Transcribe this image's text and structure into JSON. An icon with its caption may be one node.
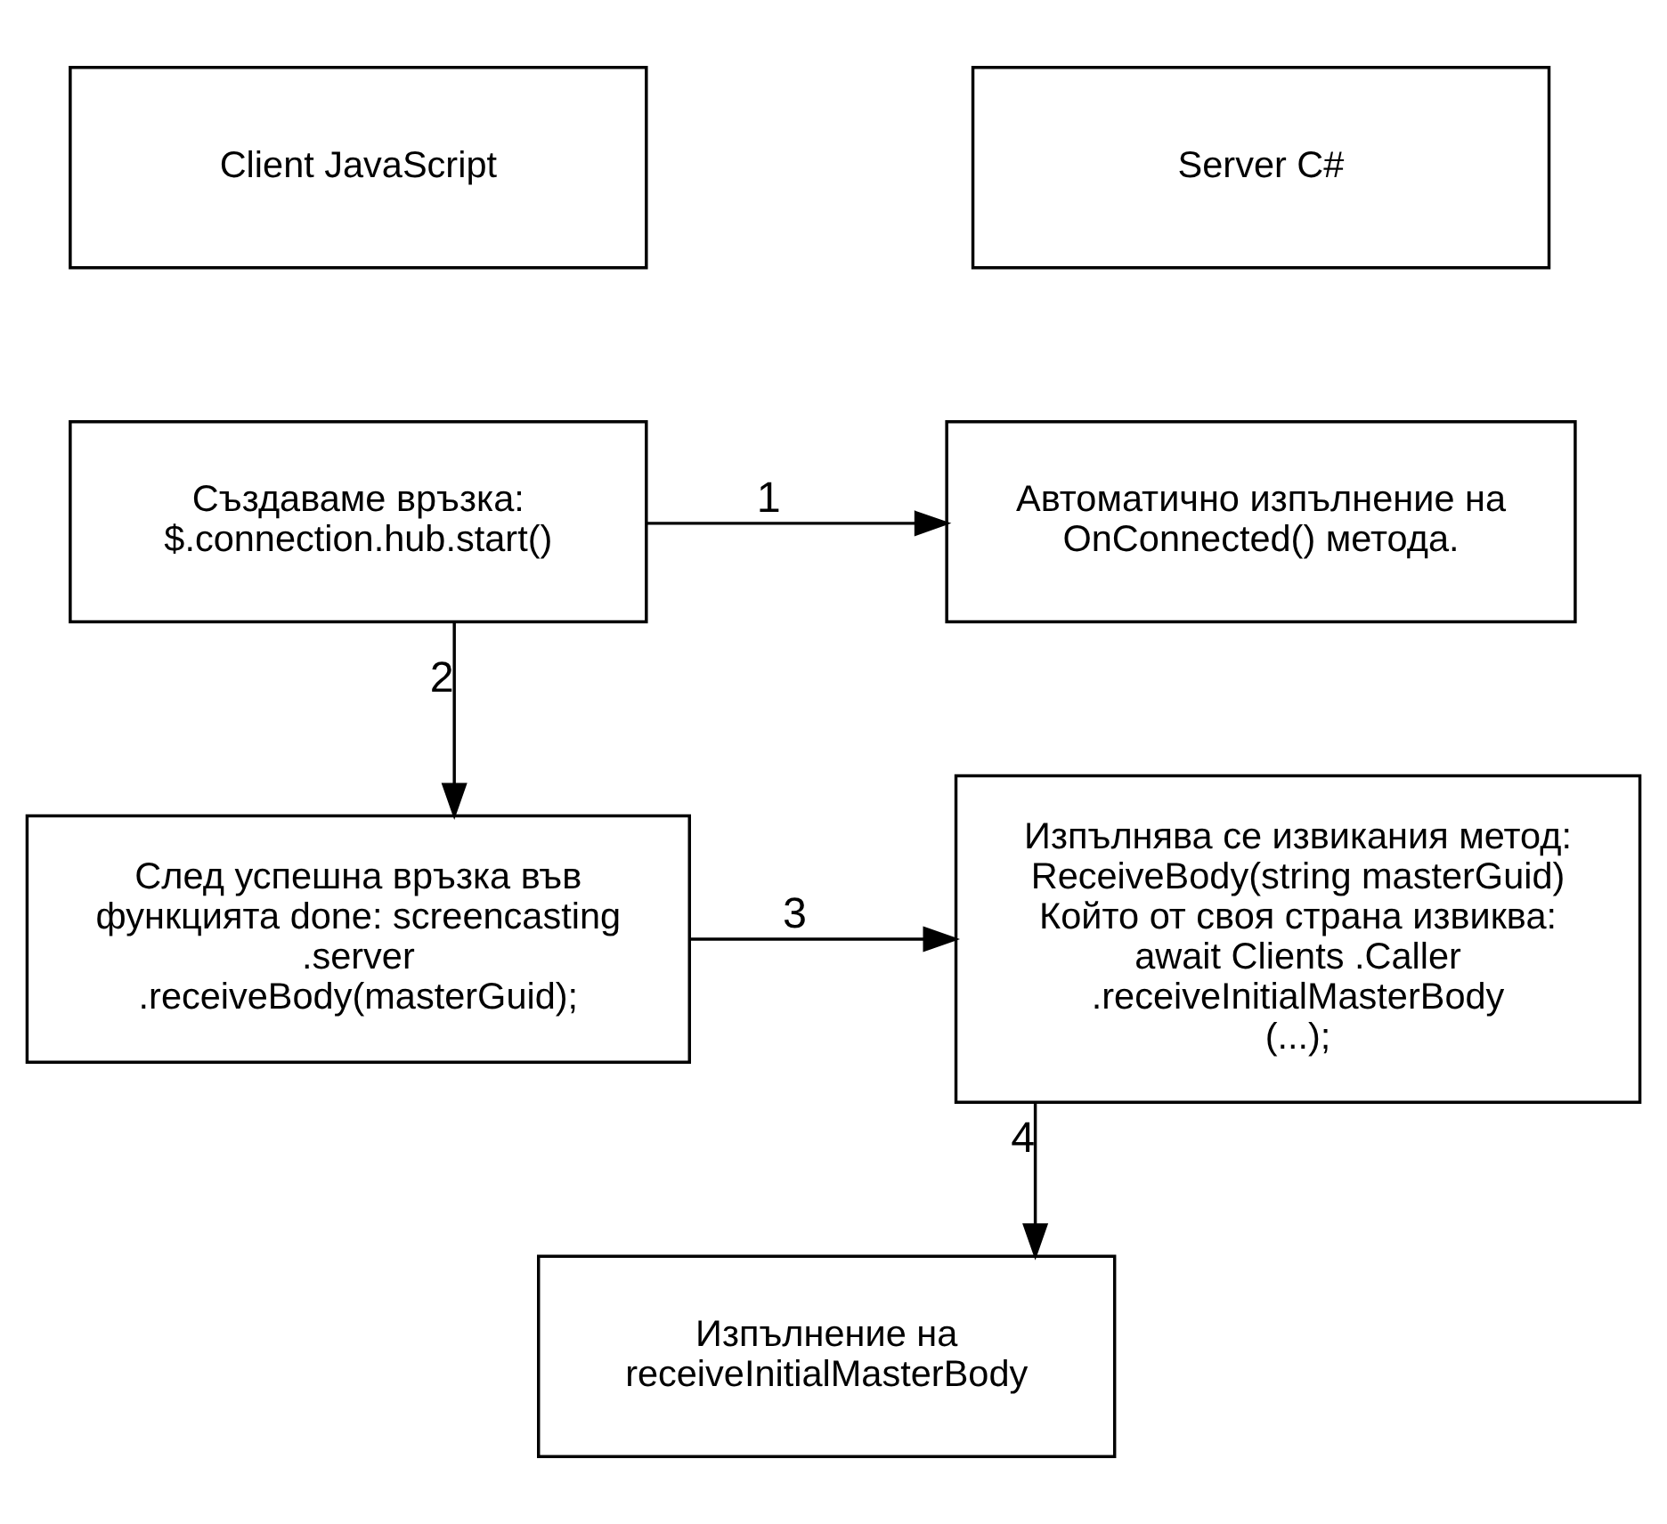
{
  "diagram": {
    "nodes": [
      {
        "text": [
          "Client JavaScript"
        ]
      },
      {
        "text": [
          "Server C#"
        ]
      },
      {
        "text": [
          "Създаваме връзка: $.connection.hub.start()"
        ]
      },
      {
        "text": [
          "Автоматично изпълнение на OnConnected() метода."
        ]
      },
      {
        "text": [
          "След успешна връзка във функцията done: screencasting .server .receiveBody(masterGuid);"
        ]
      },
      {
        "text": [
          "Изпълнява се извикания метод: ReceiveBody(string masterGuid) Който от своя страна извиква: await Clients .Caller .receiveInitialMasterBody (...);"
        ]
      },
      {
        "text": [
          "Изпълнение на receiveInitialMasterBody"
        ]
      }
    ],
    "edges": [
      {
        "from": 2,
        "to": 3,
        "arrow": "to",
        "label": "1"
      },
      {
        "from": 2,
        "to": 4,
        "arrow": "to",
        "label": "2"
      },
      {
        "from": 4,
        "to": 5,
        "arrow": "to",
        "label": "3"
      },
      {
        "from": 5,
        "to": 6,
        "arrow": "to",
        "label": "4"
      }
    ]
  }
}
